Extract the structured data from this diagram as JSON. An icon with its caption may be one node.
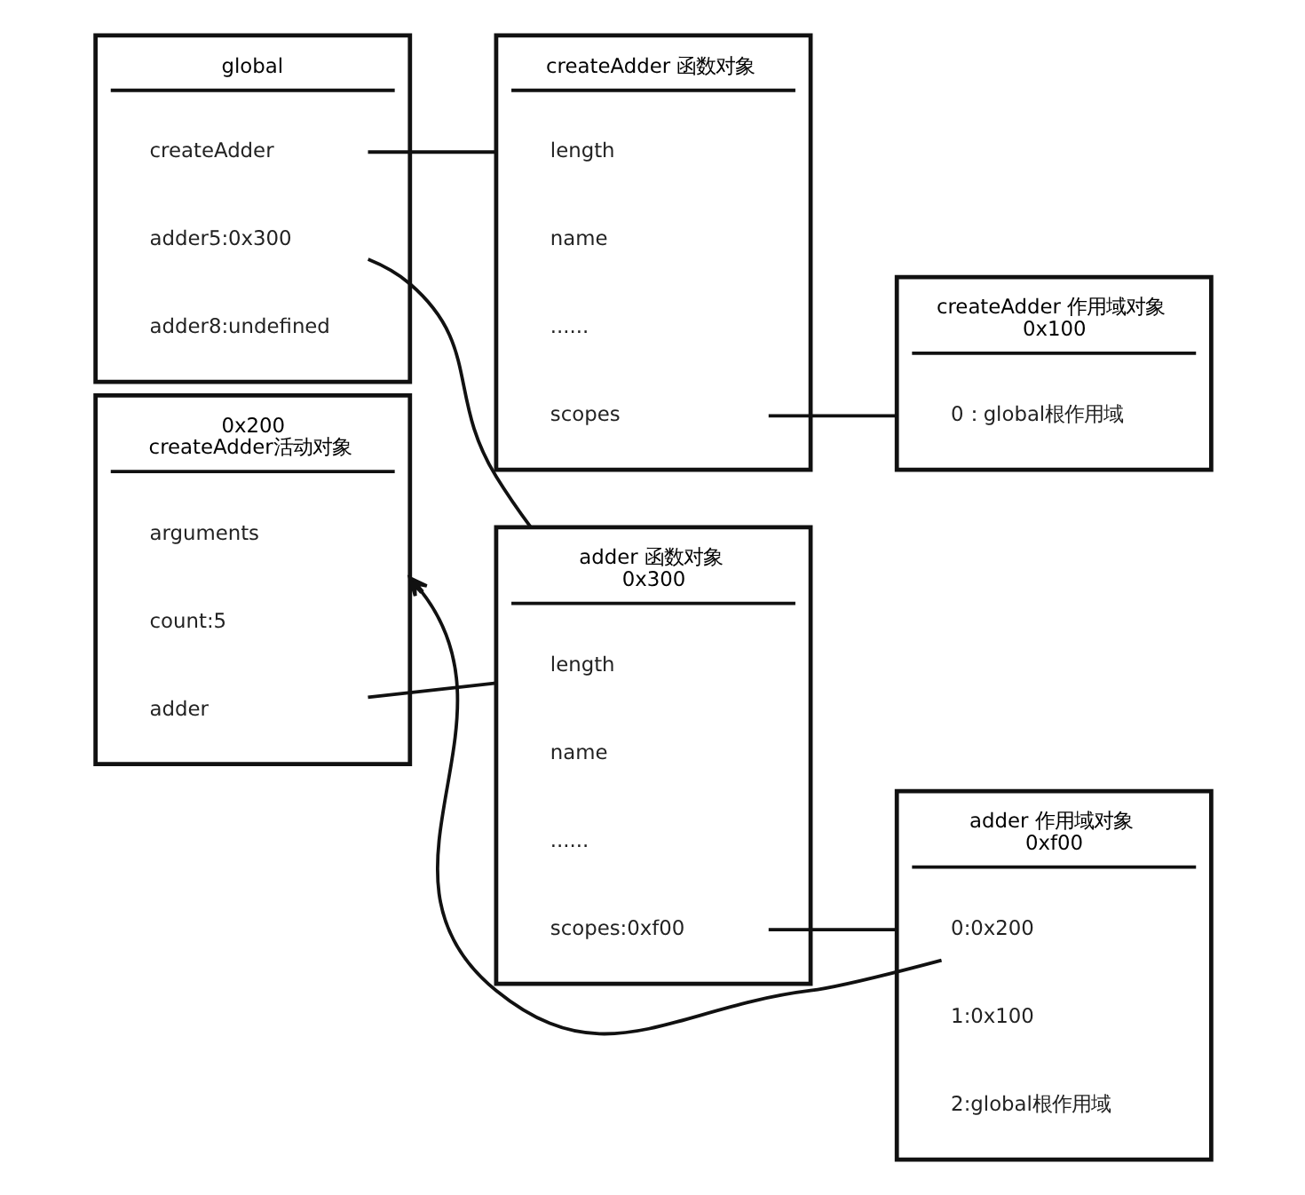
{
  "diagram": {
    "nodes": [
      {
        "text": [
          "global"
        ]
      },
      {
        "text": [
          "createAdder"
        ],
        "in": 0
      },
      {
        "text": [
          "adder5:0x300"
        ],
        "in": 0
      },
      {
        "text": [
          "adder8:undefined"
        ],
        "in": 0
      },
      {
        "text": [
          "createAdder 函数对象"
        ]
      },
      {
        "text": [
          "length"
        ],
        "in": 4
      },
      {
        "text": [
          "name"
        ],
        "in": 4
      },
      {
        "text": [
          "......"
        ],
        "in": 4
      },
      {
        "text": [
          "scopes"
        ],
        "in": 4
      },
      {
        "text": [
          "createAdder 作用域对象",
          "0x100"
        ]
      },
      {
        "text": [
          "0：global根作用域"
        ],
        "in": 9
      },
      {
        "text": [
          "0x200",
          "createAdder活动对象"
        ]
      },
      {
        "text": [
          "arguments"
        ],
        "in": 11
      },
      {
        "text": [
          "count:5"
        ],
        "in": 11
      },
      {
        "text": [
          "adder"
        ],
        "in": 11
      },
      {
        "text": [
          "adder 函数对象",
          "0x300"
        ]
      },
      {
        "text": [
          "length"
        ],
        "in": 15
      },
      {
        "text": [
          "name"
        ],
        "in": 15
      },
      {
        "text": [
          "......"
        ],
        "in": 15
      },
      {
        "text": [
          "scopes:0xf00"
        ],
        "in": 15
      },
      {
        "text": [
          "adder 作用域对象",
          "0xf00"
        ]
      },
      {
        "text": [
          "0:0x200"
        ],
        "in": 20
      },
      {
        "text": [
          "1:0x100"
        ],
        "in": 20
      },
      {
        "text": [
          "2:global根作用域"
        ],
        "in": 20
      }
    ],
    "edges": [
      {
        "from": 1,
        "to": 4,
        "arrow": "none"
      },
      {
        "from": 2,
        "to": 15,
        "arrow": "none"
      },
      {
        "from": 8,
        "to": 9,
        "arrow": "none"
      },
      {
        "from": 14,
        "to": 15,
        "arrow": "none"
      },
      {
        "from": 19,
        "to": 20,
        "arrow": "none"
      },
      {
        "from": 21,
        "to": 11,
        "arrow": "to"
      }
    ]
  }
}
